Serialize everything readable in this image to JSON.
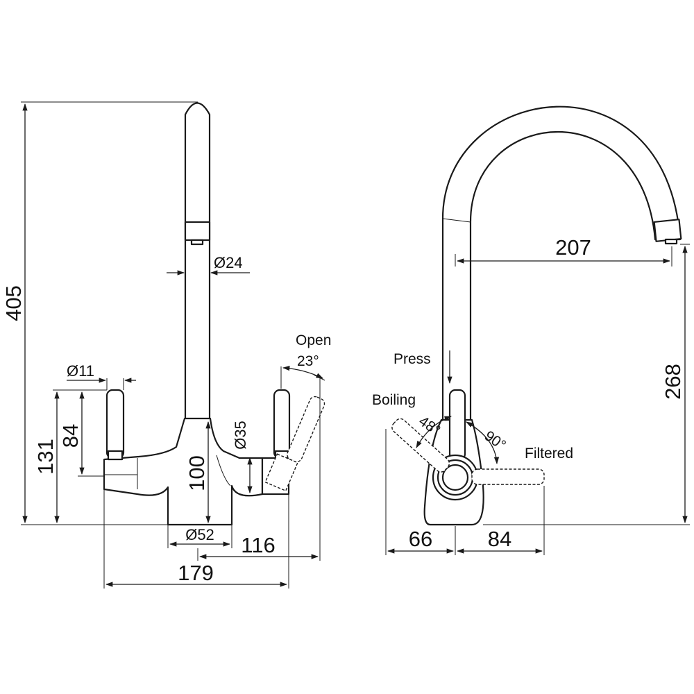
{
  "front_view": {
    "height_total": "405",
    "spout_diameter": "Ø24",
    "lever_diameter": "Ø11",
    "lever_height_from_deck": "131",
    "lever_length": "84",
    "body_diameter": "Ø35",
    "body_height": "100",
    "base_diameter": "Ø52",
    "offset_to_lever": "116",
    "total_width": "179",
    "open_label": "Open",
    "open_angle": "23°"
  },
  "side_view": {
    "reach": "207",
    "spout_height": "268",
    "press_label": "Press",
    "boiling_label": "Boiling",
    "boiling_angle": "48°",
    "filtered_label": "Filtered",
    "filtered_angle": "90°",
    "rear_depth": "66",
    "front_depth": "84"
  }
}
